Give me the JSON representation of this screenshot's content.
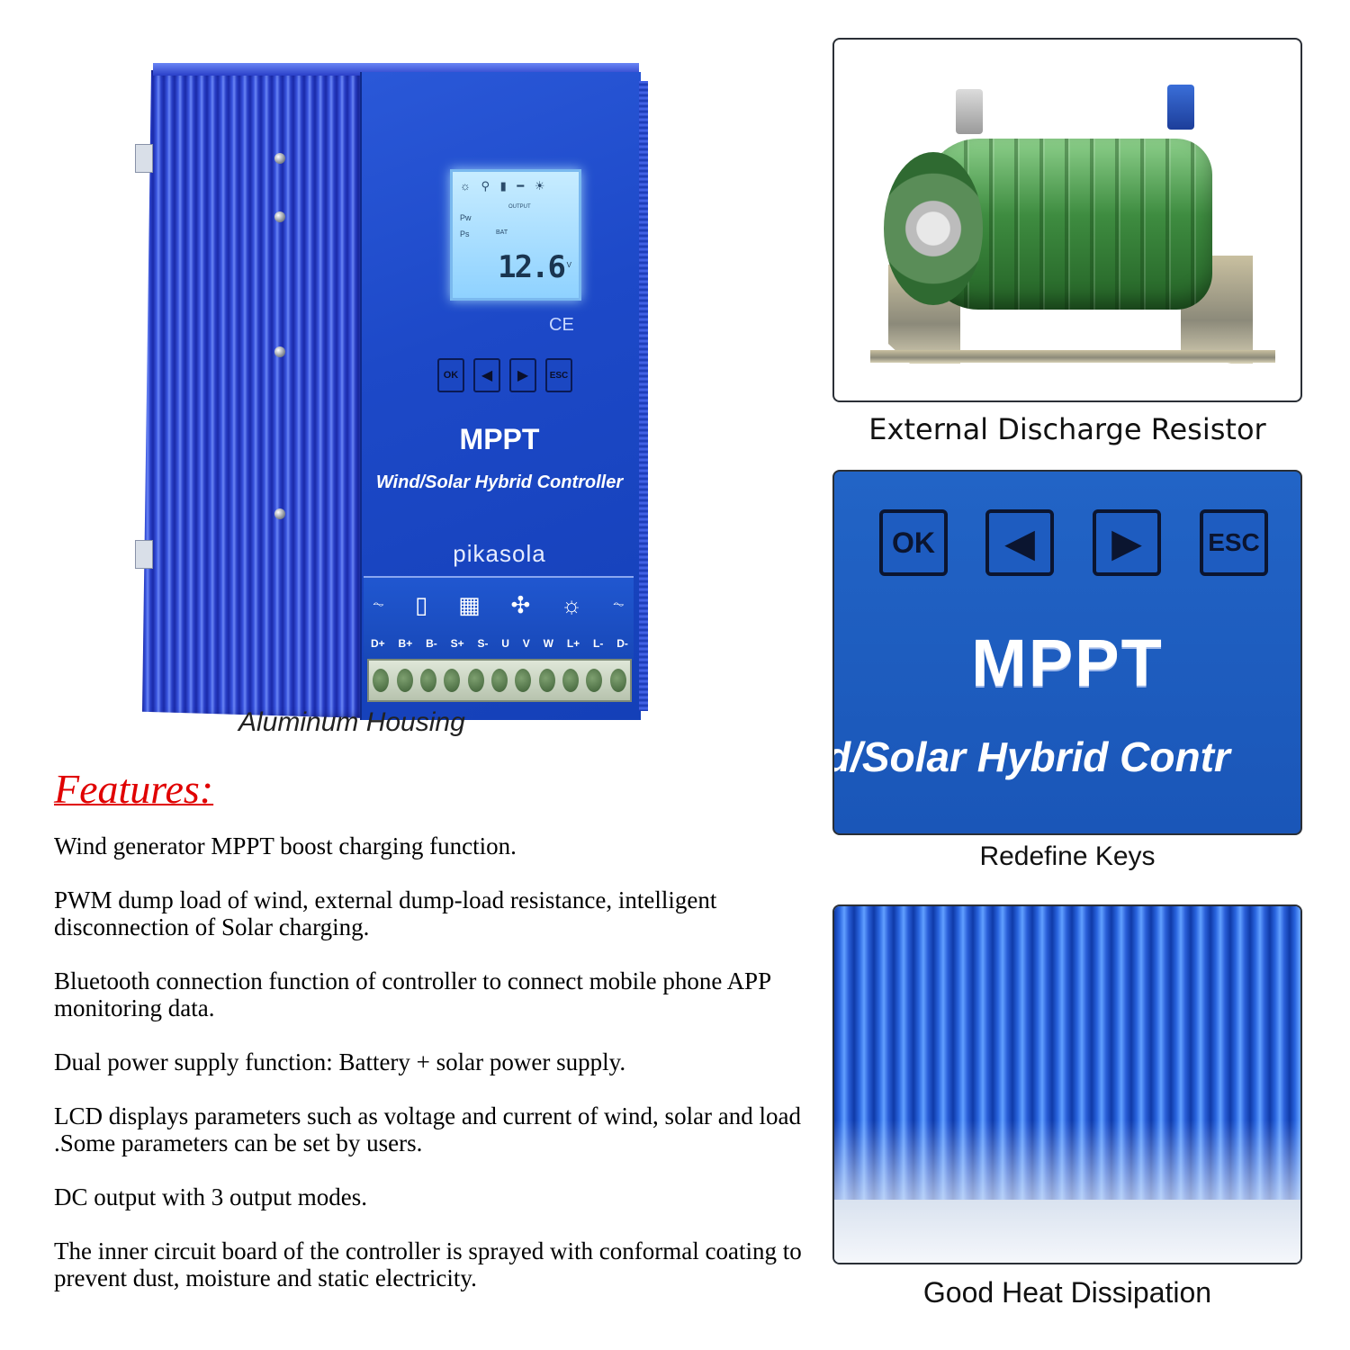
{
  "controller": {
    "lcd_value": "12.6",
    "lcd_unit": "V",
    "lcd_labels": {
      "pw": "Pw",
      "ps": "Ps",
      "output": "OUTPUT",
      "bat": "BAT"
    },
    "ce_mark": "CE",
    "keys": [
      "OK",
      "◀",
      "▶",
      "ESC"
    ],
    "title": "MPPT",
    "subtitle": "Wind/Solar Hybrid Controller",
    "brand": "pikasola",
    "terminal_labels": [
      "D+",
      "B+",
      "B-",
      "S+",
      "S-",
      "U",
      "V",
      "W",
      "L+",
      "L-",
      "D-"
    ],
    "caption": "Aluminum Housing"
  },
  "features": {
    "title": "Features:",
    "items": [
      "Wind generator MPPT boost charging function.",
      "PWM dump load of wind, external dump-load resistance, intelligent disconnection of Solar charging.",
      "Bluetooth connection function of controller to connect mobile phone APP monitoring data.",
      "Dual power supply function: Battery + solar power supply.",
      "LCD displays parameters such as voltage and current of wind, solar and load .Some parameters can be set by users.",
      "DC output with 3 output modes.",
      "The inner circuit board of the controller is sprayed with conformal coating to prevent dust, moisture and static electricity."
    ]
  },
  "panels": {
    "resistor_caption": "External Discharge Resistor",
    "keys": {
      "labels": [
        "OK",
        "◀",
        "▶",
        "ESC"
      ],
      "title": "MPPT",
      "subtitle": "d/Solar Hybrid Contr",
      "caption": "Redefine Keys"
    },
    "heatsink_caption": "Good Heat Dissipation"
  },
  "colors": {
    "housing_blue": "#1d49c8",
    "features_red": "#e00000",
    "resistor_green": "#3e8c40",
    "lcd_cyan": "#a8e0ff"
  }
}
